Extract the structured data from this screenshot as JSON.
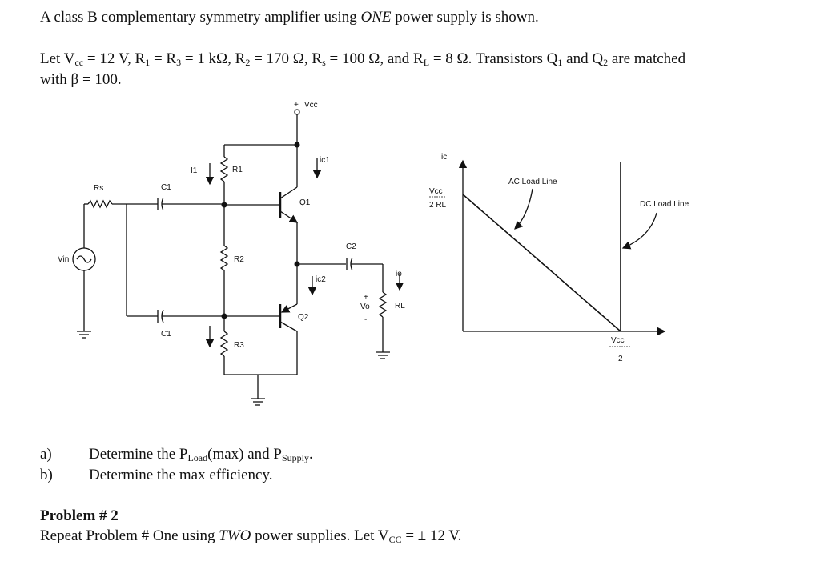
{
  "intro": {
    "text1": "A class B complementary symmetry amplifier using ",
    "one": "ONE",
    "text2": " power supply is shown."
  },
  "params": {
    "line1": {
      "a": "Let V",
      "a_sub": "cc",
      "b": " = 12 V, R",
      "b_sub": "1",
      "c": " = R",
      "c_sub": "3",
      "d": " = 1 kΩ, R",
      "d_sub": "2",
      "e": " = 170 Ω, R",
      "e_sub": "s",
      "f": " = 100 Ω,  and R",
      "f_sub": "L",
      "g": " = 8 Ω.  Transistors Q",
      "g_sub": "1",
      "h": " and Q",
      "h_sub": "2",
      "i": " are matched"
    },
    "line2": "with β = 100."
  },
  "circuit": {
    "vcc": "Vcc",
    "vcc_sign": "+",
    "r1": "R1",
    "r2": "R2",
    "r3": "R3",
    "rs": "Rs",
    "c1_top": "C1",
    "c1_bottom": "C1",
    "c2": "C2",
    "vin": "Vin",
    "i1": "I1",
    "ic1": "ic1",
    "ic2": "ic2",
    "q1": "Q1",
    "q2": "Q2",
    "io": "io",
    "vo": "Vo",
    "vo_plus": "+",
    "vo_minus": "-",
    "rl": "RL"
  },
  "graph": {
    "y_axis": "ic",
    "y_tick_num": "Vcc",
    "y_tick_den": "2 RL",
    "x_tick_num": "Vcc",
    "x_tick_den": "2",
    "ac_load_line": "AC Load Line",
    "dc_load_line": "DC Load Line"
  },
  "questions": [
    {
      "label": "a)",
      "text1": "Determine the P",
      "sub1": "Load",
      "text2": "(max) and P",
      "sub2": "Supply",
      "text3": "."
    },
    {
      "label": "b)",
      "text1": "Determine the max efficiency."
    }
  ],
  "problem2": {
    "title": "Problem # 2",
    "text1": "Repeat Problem # One using ",
    "two": "TWO",
    "text2": " power supplies. Let V",
    "sub": "CC",
    "text3": " = ± 12 V."
  }
}
